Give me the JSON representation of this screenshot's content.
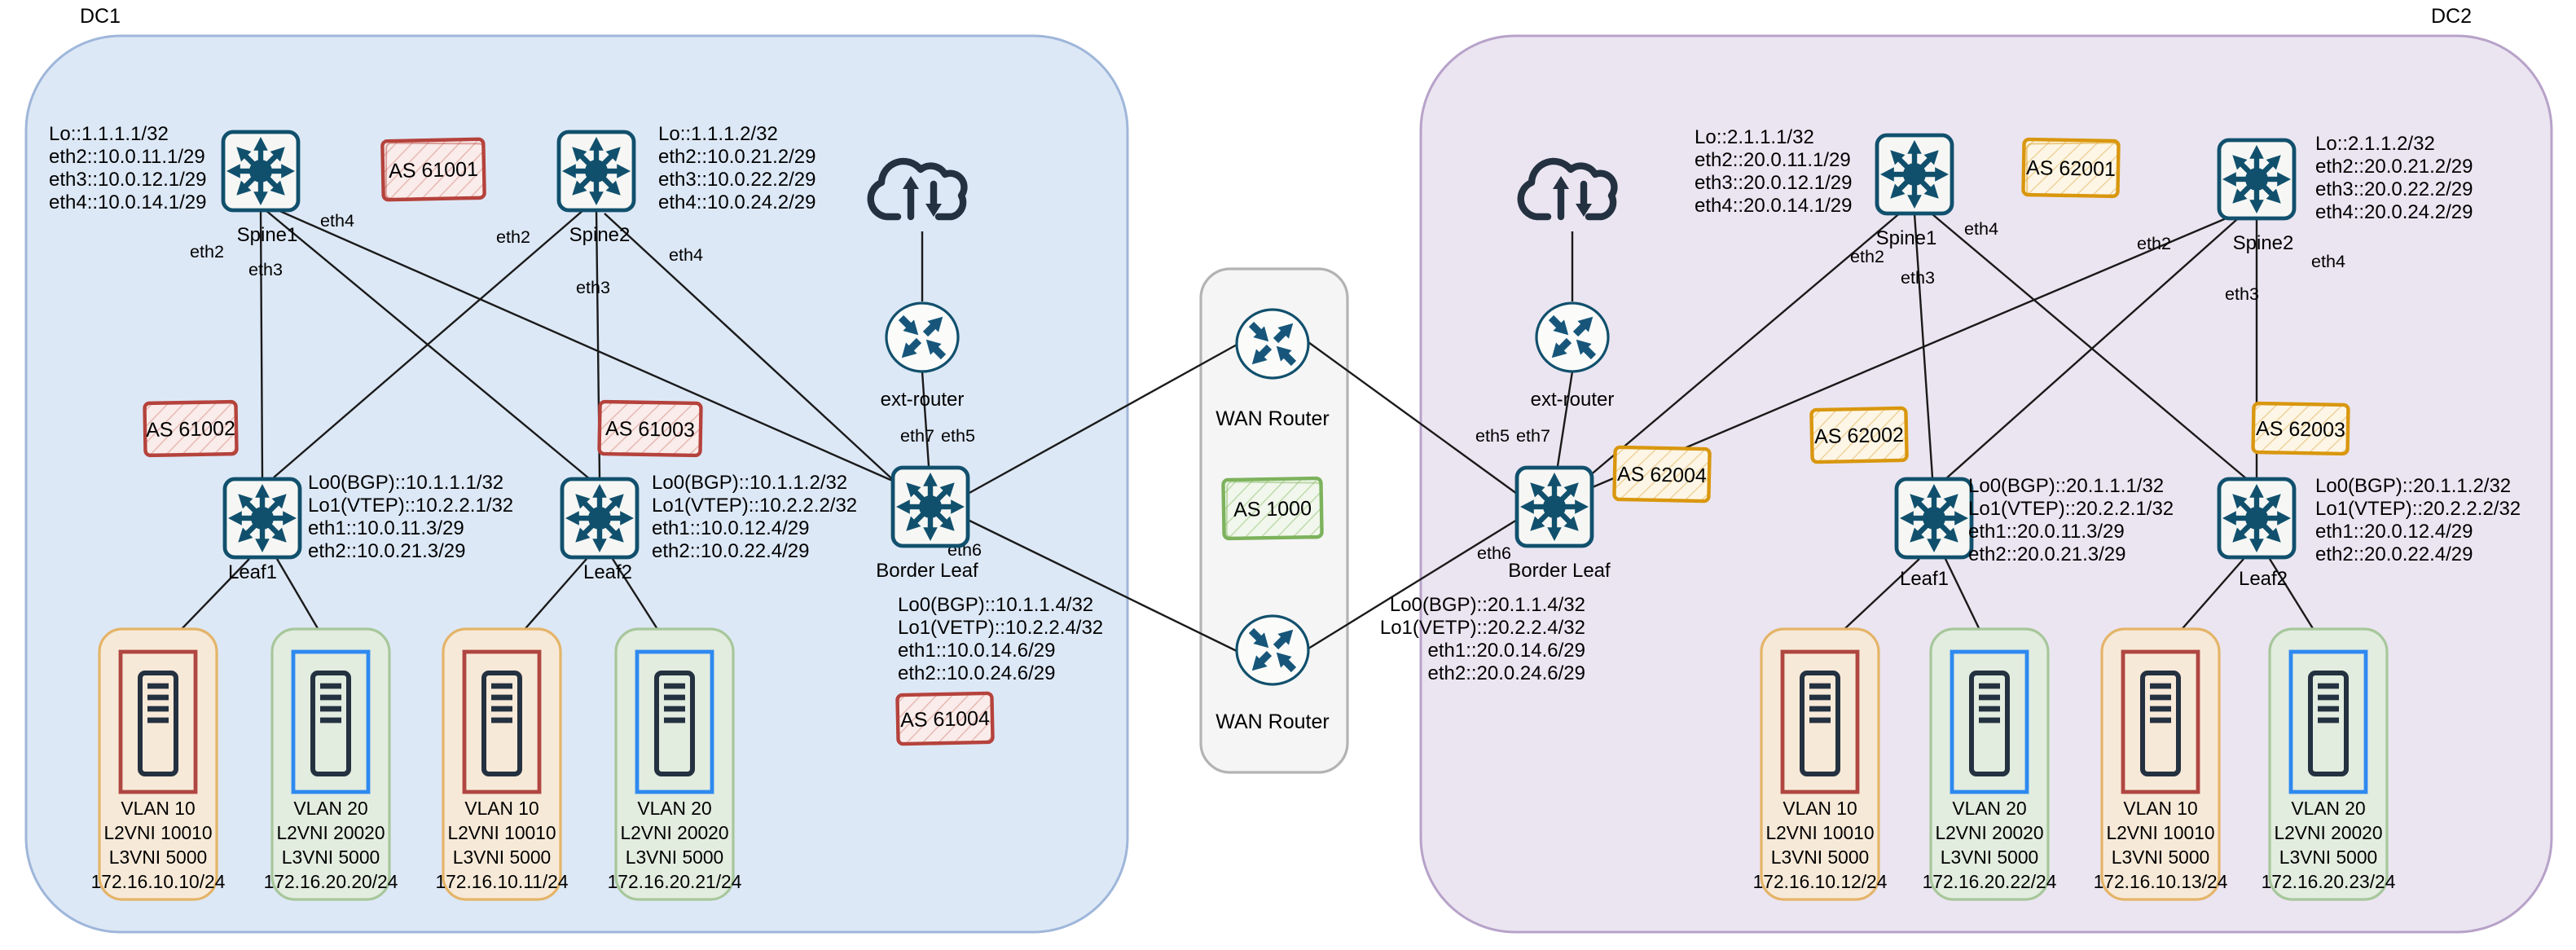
{
  "colors": {
    "dc1_bg": "#dde8f6",
    "dc1_border": "#9fb6da",
    "dc2_bg": "#ebe5f1",
    "dc2_border": "#b7a2c9",
    "wan_bg": "#f5f5f5",
    "wan_border": "#b3b3b3",
    "as_red": "#b5423c",
    "as_orange": "#d9970e",
    "as_green": "#7cb25c",
    "switch_teal": "#11506d",
    "dark_navy": "#243140",
    "server_red_frame": "#b04641",
    "server_blue_frame": "#2e89f0",
    "host_orange_bg": "#f7e9d8",
    "host_orange_border": "#e4b468",
    "host_green_bg": "#e2ecdf",
    "host_green_border": "#a7c79b"
  },
  "ports": {
    "eth2": "eth2",
    "eth3": "eth3",
    "eth4": "eth4",
    "eth5": "eth5",
    "eth6": "eth6",
    "eth7": "eth7"
  },
  "dc1": {
    "label": "DC1",
    "as_spines": "AS 61001",
    "spine1": {
      "name": "Spine1",
      "info": [
        "Lo::1.1.1.1/32",
        "eth2::10.0.11.1/29",
        "eth3::10.0.12.1/29",
        "eth4::10.0.14.1/29"
      ]
    },
    "spine2": {
      "name": "Spine2",
      "info": [
        "Lo::1.1.1.2/32",
        "eth2::10.0.21.2/29",
        "eth3::10.0.22.2/29",
        "eth4::10.0.24.2/29"
      ]
    },
    "leaf1": {
      "name": "Leaf1",
      "as_label": "AS 61002",
      "info": [
        "Lo0(BGP)::10.1.1.1/32",
        "Lo1(VTEP)::10.2.2.1/32",
        "eth1::10.0.11.3/29",
        "eth2::10.0.21.3/29"
      ]
    },
    "leaf2": {
      "name": "Leaf2",
      "as_label": "AS 61003",
      "info": [
        "Lo0(BGP)::10.1.1.2/32",
        "Lo1(VTEP)::10.2.2.2/32",
        "eth1::10.0.12.4/29",
        "eth2::10.0.22.4/29"
      ]
    },
    "border_leaf": {
      "name": "Border Leaf",
      "as_label": "AS 61004",
      "info": [
        "Lo0(BGP)::10.1.1.4/32",
        "Lo1(VETP)::10.2.2.4/32",
        "eth1::10.0.14.6/29",
        "eth2::10.0.24.6/29"
      ]
    },
    "ext_router": "ext-router",
    "servers": [
      {
        "vlan": "VLAN 10",
        "l2vni": "L2VNI 10010",
        "l3vni": "L3VNI 5000",
        "ip": "172.16.10.10/24"
      },
      {
        "vlan": "VLAN 20",
        "l2vni": "L2VNI 20020",
        "l3vni": "L3VNI 5000",
        "ip": "172.16.20.20/24"
      },
      {
        "vlan": "VLAN 10",
        "l2vni": "L2VNI 10010",
        "l3vni": "L3VNI 5000",
        "ip": "172.16.10.11/24"
      },
      {
        "vlan": "VLAN 20",
        "l2vni": "L2VNI 20020",
        "l3vni": "L3VNI 5000",
        "ip": "172.16.20.21/24"
      }
    ]
  },
  "wan": {
    "as_label": "AS 1000",
    "router_top": "WAN Router",
    "router_bottom": "WAN Router"
  },
  "dc2": {
    "label": "DC2",
    "as_spines": "AS 62001",
    "spine1": {
      "name": "Spine1",
      "info": [
        "Lo::2.1.1.1/32",
        "eth2::20.0.11.1/29",
        "eth3::20.0.12.1/29",
        "eth4::20.0.14.1/29"
      ]
    },
    "spine2": {
      "name": "Spine2",
      "info": [
        "Lo::2.1.1.2/32",
        "eth2::20.0.21.2/29",
        "eth3::20.0.22.2/29",
        "eth4::20.0.24.2/29"
      ]
    },
    "leaf1": {
      "name": "Leaf1",
      "as_label": "AS 62002",
      "info": [
        "Lo0(BGP)::20.1.1.1/32",
        "Lo1(VTEP)::20.2.2.1/32",
        "eth1::20.0.11.3/29",
        "eth2::20.0.21.3/29"
      ]
    },
    "leaf2": {
      "name": "Leaf2",
      "as_label": "AS 62003",
      "info": [
        "Lo0(BGP)::20.1.1.2/32",
        "Lo1(VTEP)::20.2.2.2/32",
        "eth1::20.0.12.4/29",
        "eth2::20.0.22.4/29"
      ]
    },
    "border_leaf": {
      "name": "Border Leaf",
      "as_label": "AS 62004",
      "info": [
        "Lo0(BGP)::20.1.1.4/32",
        "Lo1(VETP)::20.2.2.4/32",
        "eth1::20.0.14.6/29",
        "eth2::20.0.24.6/29"
      ]
    },
    "ext_router": "ext-router",
    "servers": [
      {
        "vlan": "VLAN 10",
        "l2vni": "L2VNI 10010",
        "l3vni": "L3VNI 5000",
        "ip": "172.16.10.12/24"
      },
      {
        "vlan": "VLAN 20",
        "l2vni": "L2VNI 20020",
        "l3vni": "L3VNI 5000",
        "ip": "172.16.20.22/24"
      },
      {
        "vlan": "VLAN 10",
        "l2vni": "L2VNI 10010",
        "l3vni": "L3VNI 5000",
        "ip": "172.16.10.13/24"
      },
      {
        "vlan": "VLAN 20",
        "l2vni": "L2VNI 20020",
        "l3vni": "L3VNI 5000",
        "ip": "172.16.20.23/24"
      }
    ]
  }
}
